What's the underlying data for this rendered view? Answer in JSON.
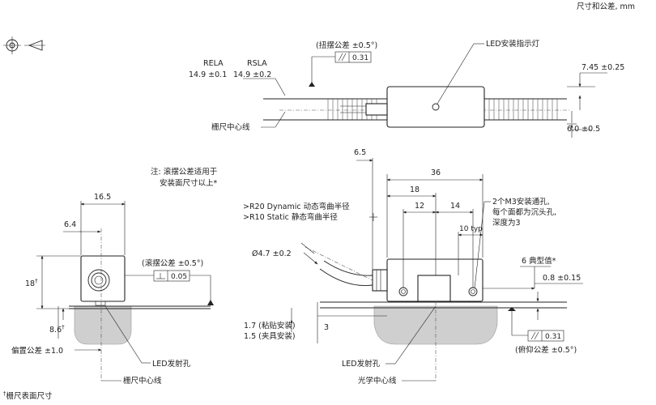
{
  "units_note": "尺寸和公差, mm",
  "top_view": {
    "rela_label": "RELA",
    "rela_value": "14.9 ±0.1",
    "rsla_label": "RSLA",
    "rsla_value": "14.9 ±0.2",
    "yaw_tol": "(扭摆公差 ±0.5°)",
    "yaw_fcf_value": "0.31",
    "led_mount_light": "LED安装指示灯",
    "scale_centerline": "栅尺中心线",
    "dim_745": "7.45 ±0.25",
    "dim_60": "6.0 ±0.5"
  },
  "front_view": {
    "note_line1": "注: 滚摆公差适用于",
    "note_line2": "安装面尺寸以上*",
    "dim_165": "16.5",
    "dim_64": "6.4",
    "roll_tol": "(滚摆公差 ±0.5°)",
    "roll_fcf_value": "0.05",
    "dim_18": "18",
    "dim_18_sup": "†",
    "dim_86": "8.6",
    "dim_86_sup": "†",
    "offset_tol": "偏置公差 ±1.0",
    "led_emit_hole": "LED发射孔",
    "scale_centerline": "栅尺中心线",
    "footnote_sup": "†",
    "footnote": "栅尺表面尺寸"
  },
  "side_view": {
    "dim_65": "6.5",
    "dim_36": "36",
    "dim_18": "18",
    "dim_12": "12",
    "dim_14": "14",
    "dim_10typ": "10 typ",
    "bend_dynamic": ">R20 Dynamic 动态弯曲半径",
    "bend_static": ">R10 Static 静态弯曲半径",
    "cable_dia": "Ø4.7 ±0.2",
    "mount_holes_1": "2个M3安装通孔,",
    "mount_holes_2": "每个面都为沉头孔,",
    "mount_holes_3": "深度为3",
    "dim_6typ": "6 典型值*",
    "dim_08": "0.8 ±0.15",
    "dim_17": "1.7 (粘贴安装)",
    "dim_15": "1.5 (夹具安装)",
    "dim_3": "3",
    "pitch_fcf_value": "0.31",
    "pitch_tol": "(俯仰公差 ±0.5°)",
    "led_emit_hole": "LED发射孔",
    "optical_centerline": "光学中心线"
  }
}
